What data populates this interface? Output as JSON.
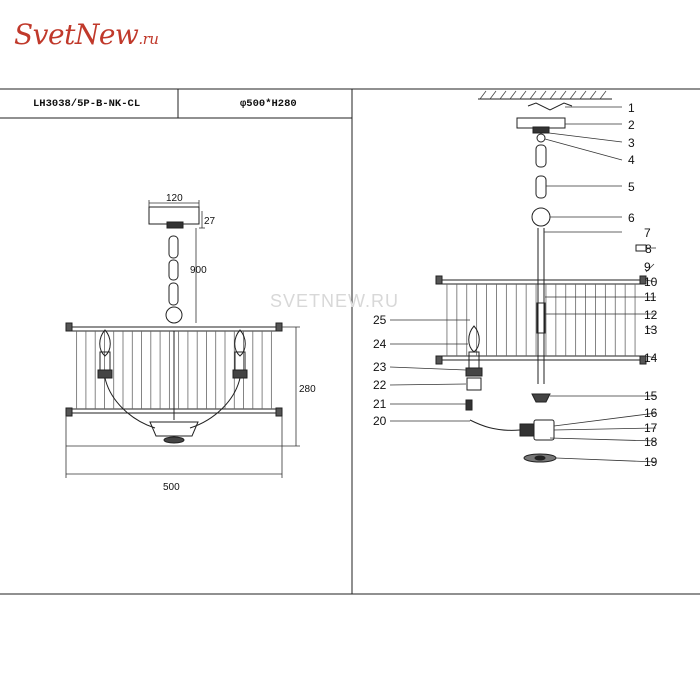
{
  "brand": {
    "logo_text": "SvetNew",
    "logo_tld": ".ru",
    "watermark": "SVETNEW.RU"
  },
  "title_block": {
    "model": "LH3038/5P-B-NK-CL",
    "size": "φ500*H280"
  },
  "dimensions": {
    "plate_width": "120",
    "plate_height": "27",
    "chain_length": "900",
    "height": "280",
    "diameter": "500"
  },
  "callouts": [
    "1",
    "2",
    "3",
    "4",
    "5",
    "6",
    "7",
    "8",
    "9",
    "10",
    "11",
    "12",
    "13",
    "14",
    "15",
    "16",
    "17",
    "18",
    "19",
    "20",
    "21",
    "22",
    "23",
    "24",
    "25"
  ]
}
